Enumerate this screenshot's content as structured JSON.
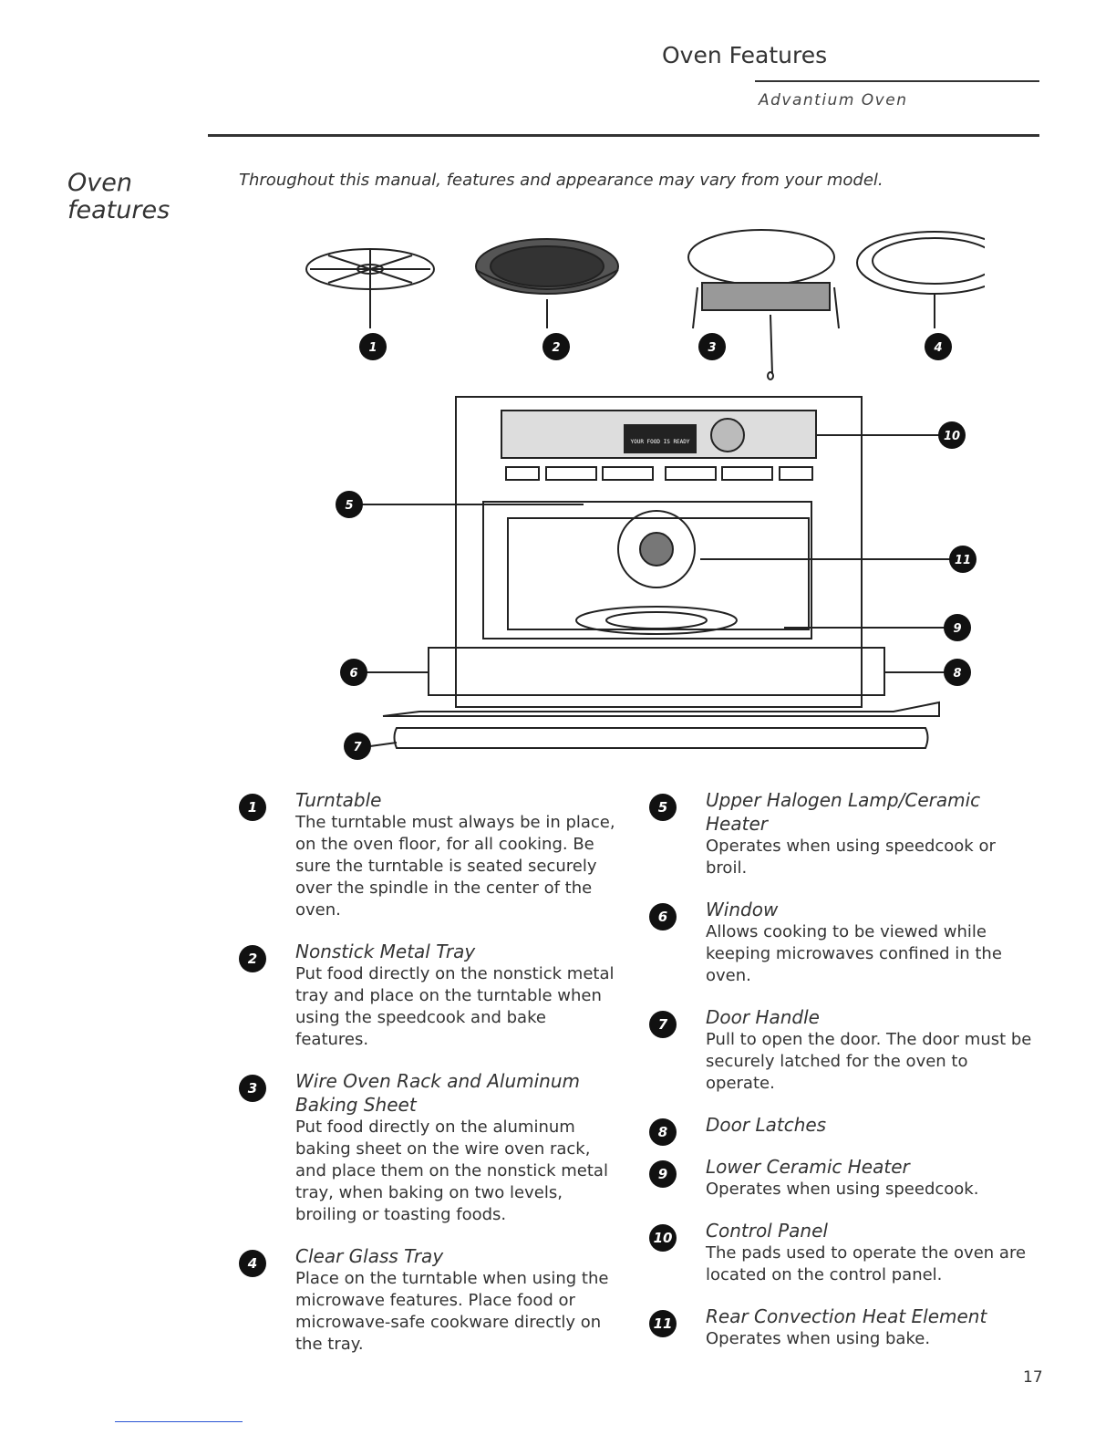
{
  "header": {
    "title": "Oven Features",
    "subtitle": "Advantium Oven"
  },
  "sidebar": {
    "title": "Oven features"
  },
  "intro": "Throughout this manual, features and appearance may vary from your model.",
  "figure": {
    "display_text": "YOUR FOOD IS READY",
    "callouts": [
      "1",
      "2",
      "3",
      "4",
      "5",
      "6",
      "7",
      "8",
      "9",
      "10",
      "11"
    ]
  },
  "features_left": [
    {
      "num": "1",
      "title": "Turntable",
      "text": "The turntable must always be in place, on the oven floor, for all cooking. Be sure the turntable is seated securely over the spindle in the center of the oven."
    },
    {
      "num": "2",
      "title": "Nonstick Metal Tray",
      "text": "Put food directly on the nonstick metal tray and place on the turntable when using the speedcook and bake features."
    },
    {
      "num": "3",
      "title": "Wire Oven Rack and Aluminum Baking Sheet",
      "text": "Put food directly on the aluminum baking sheet on the wire oven rack, and place them on the nonstick metal tray, when baking on two levels, broiling or toasting foods."
    },
    {
      "num": "4",
      "title": "Clear Glass Tray",
      "text": "Place on the turntable when using the microwave features. Place food or microwave-safe cookware directly on the tray."
    }
  ],
  "features_right": [
    {
      "num": "5",
      "title": "Upper Halogen Lamp/Ceramic Heater",
      "text": "Operates when using speedcook or broil."
    },
    {
      "num": "6",
      "title": "Window",
      "text": "Allows cooking to be viewed while keeping microwaves confined in the oven."
    },
    {
      "num": "7",
      "title": "Door Handle",
      "text": "Pull to open the door. The door must be securely latched for the oven to operate."
    },
    {
      "num": "8",
      "title": "Door Latches",
      "text": ""
    },
    {
      "num": "9",
      "title": "Lower Ceramic Heater",
      "text": "Operates when using speedcook."
    },
    {
      "num": "10",
      "title": "Control Panel",
      "text": "The pads used to operate the oven are located on the control panel."
    },
    {
      "num": "11",
      "title": "Rear Convection Heat Element",
      "text": "Operates when using bake."
    }
  ],
  "page_number": "17"
}
